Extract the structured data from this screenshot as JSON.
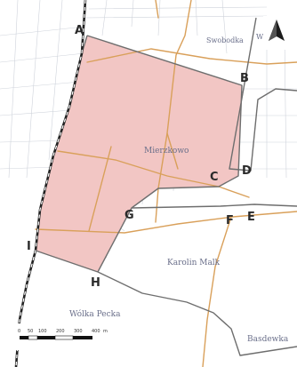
{
  "map": {
    "places": {
      "top_village": "Swobodka",
      "top_right": "Wola Or",
      "center": "Mierzkowo",
      "south_center": "Karolin Malk",
      "southwest": "Wólka Pecka",
      "southeast": "Basdewka"
    },
    "points": {
      "A": "A",
      "B": "B",
      "C": "C",
      "D": "D",
      "E": "E",
      "F": "F",
      "G": "G",
      "H": "H",
      "I": "I"
    },
    "scale": {
      "ticks": [
        "0",
        "50",
        "100",
        "200",
        "300",
        "400"
      ],
      "unit": "m"
    },
    "colors": {
      "area_fill": "#f2c6c4",
      "boundary": "#6e6e6e",
      "road": "#d9a05a",
      "parcel_lines": "#c9cdd6",
      "rail": "#222222"
    },
    "north_arrow_icon": "north-arrow-icon"
  }
}
